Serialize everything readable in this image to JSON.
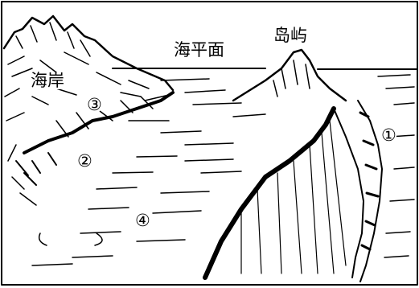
{
  "labels": {
    "coast": "海岸",
    "sea_level": "海平面",
    "island": "岛屿"
  },
  "markers": [
    "①",
    "②",
    "③",
    "④"
  ]
}
